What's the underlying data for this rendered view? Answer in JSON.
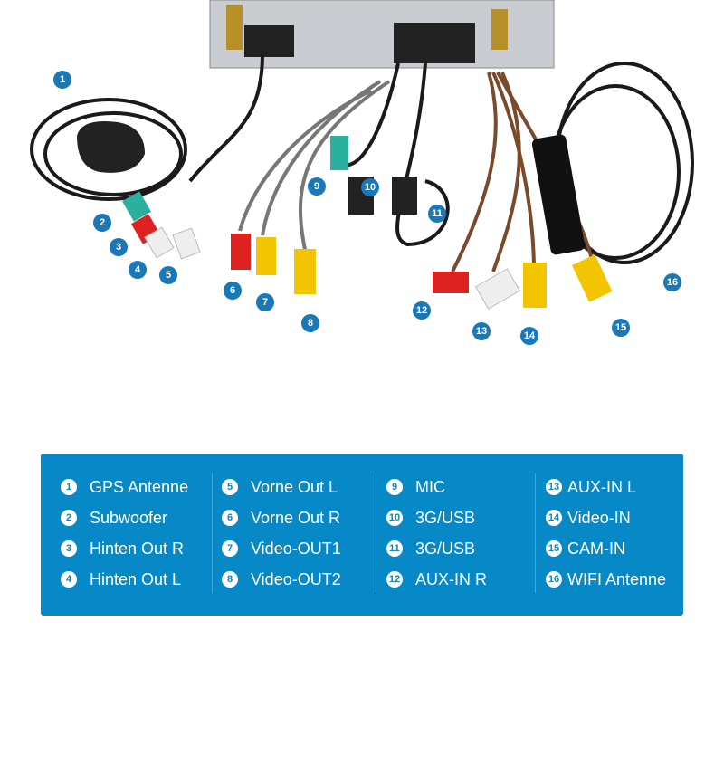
{
  "callouts": [
    "1",
    "2",
    "3",
    "4",
    "5",
    "6",
    "7",
    "8",
    "9",
    "10",
    "11",
    "12",
    "13",
    "14",
    "15",
    "16"
  ],
  "legend": {
    "items": [
      {
        "num": "1",
        "label": "GPS Antenne"
      },
      {
        "num": "2",
        "label": "Subwoofer"
      },
      {
        "num": "3",
        "label": "Hinten Out R"
      },
      {
        "num": "4",
        "label": "Hinten Out L"
      },
      {
        "num": "5",
        "label": "Vorne Out L"
      },
      {
        "num": "6",
        "label": "Vorne Out R"
      },
      {
        "num": "7",
        "label": "Video-OUT1"
      },
      {
        "num": "8",
        "label": "Video-OUT2"
      },
      {
        "num": "9",
        "label": "MIC"
      },
      {
        "num": "10",
        "label": "3G/USB"
      },
      {
        "num": "11",
        "label": "3G/USB"
      },
      {
        "num": "12",
        "label": "AUX-IN R"
      },
      {
        "num": "13",
        "label": "AUX-IN L"
      },
      {
        "num": "14",
        "label": "Video-IN"
      },
      {
        "num": "15",
        "label": "CAM-IN"
      },
      {
        "num": "16",
        "label": "WIFI Antenne"
      }
    ]
  },
  "colors": {
    "legend_bg": "#0788c7",
    "callout": "#1878b8"
  }
}
